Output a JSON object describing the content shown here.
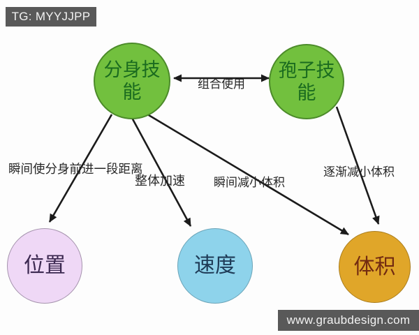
{
  "watermarks": {
    "top_left": "TG: MYYJJPP",
    "bottom_right": "www.graubdesign.com"
  },
  "diagram": {
    "nodes": [
      {
        "id": "clone-skill",
        "label": "分身技能",
        "fill": "#72c03e",
        "text_color": "#1a6b1f"
      },
      {
        "id": "spore-skill",
        "label": "孢子技能",
        "fill": "#72c03e",
        "text_color": "#1a6b1f"
      },
      {
        "id": "position",
        "label": "位置",
        "fill": "#efd8f6",
        "text_color": "#3b2850"
      },
      {
        "id": "speed",
        "label": "速度",
        "fill": "#8ed3eb",
        "text_color": "#1e3a56"
      },
      {
        "id": "volume",
        "label": "体积",
        "fill": "#e0a629",
        "text_color": "#722b11"
      }
    ],
    "edges": [
      {
        "from": "clone-skill",
        "to": "spore-skill",
        "label": "组合使用",
        "bidirectional": true
      },
      {
        "from": "clone-skill",
        "to": "position",
        "label": "瞬间使分身前进一段距离"
      },
      {
        "from": "clone-skill",
        "to": "speed",
        "label": "整体加速"
      },
      {
        "from": "clone-skill",
        "to": "volume",
        "label": "瞬间减小体积"
      },
      {
        "from": "spore-skill",
        "to": "volume",
        "label": "逐渐减小体积"
      }
    ]
  },
  "colors": {
    "node_green": "#72c03e",
    "node_green_text": "#1a6b1f",
    "node_pink": "#efd8f6",
    "node_pink_text": "#3b2850",
    "node_blue": "#8ed3eb",
    "node_blue_text": "#1e3a56",
    "node_orange": "#e0a629",
    "node_orange_text": "#722b11",
    "arrow": "#1b1b1b",
    "badge_bg": "#595959",
    "badge_text": "#f2f2f2"
  }
}
